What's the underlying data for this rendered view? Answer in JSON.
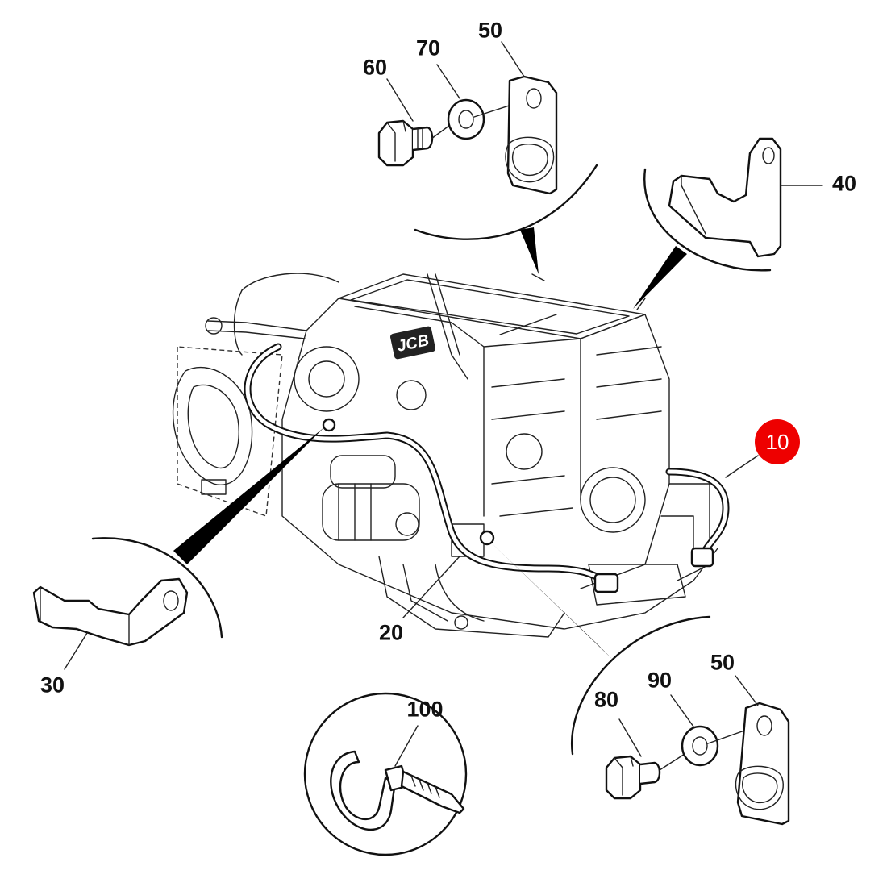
{
  "diagram": {
    "callouts": [
      {
        "id": "c10",
        "label": "10",
        "highlight": true
      },
      {
        "id": "c20",
        "label": "20"
      },
      {
        "id": "c30",
        "label": "30"
      },
      {
        "id": "c40",
        "label": "40"
      },
      {
        "id": "c50a",
        "label": "50"
      },
      {
        "id": "c50b",
        "label": "50"
      },
      {
        "id": "c60",
        "label": "60"
      },
      {
        "id": "c70",
        "label": "70"
      },
      {
        "id": "c80",
        "label": "80"
      },
      {
        "id": "c90",
        "label": "90"
      },
      {
        "id": "c100",
        "label": "100"
      }
    ],
    "logo_text": "JCB",
    "colors": {
      "highlight": "#ee0000",
      "line": "#111111",
      "background": "#ffffff"
    }
  }
}
